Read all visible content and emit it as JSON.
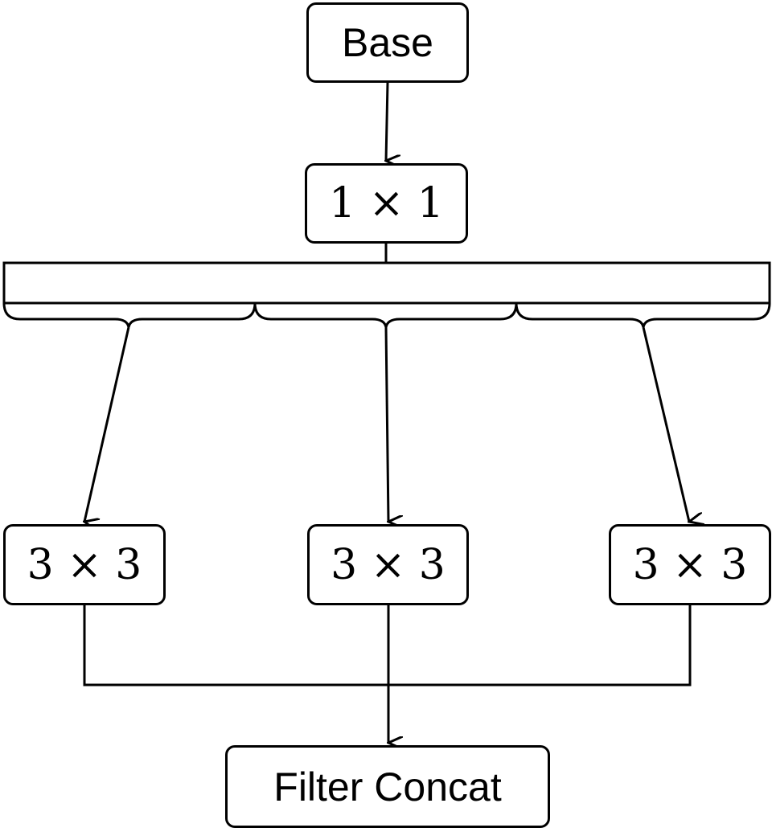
{
  "nodes": {
    "base": "Base",
    "conv_1x1": "1 × 1",
    "conv_3x3_left": "3 × 3",
    "conv_3x3_mid": "3 × 3",
    "conv_3x3_right": "3 × 3",
    "filter_concat": "Filter Concat"
  },
  "colors": {
    "stroke": "#000000",
    "background": "#ffffff"
  }
}
